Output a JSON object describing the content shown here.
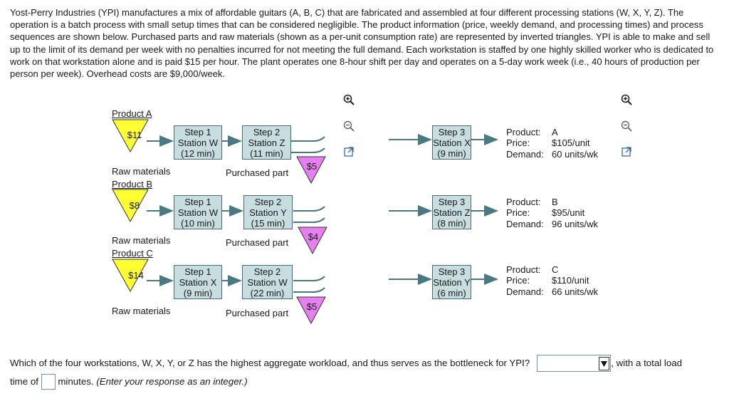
{
  "intro": "Yost-Perry Industries (YPI) manufactures a mix of affordable guitars (A, B, C) that are fabricated and assembled at four different processing stations (W, X, Y, Z). The operation is a batch process with small setup times that can be considered negligible. The product information (price, weekly demand, and processing times) and process sequences are shown below. Purchased parts and raw materials (shown as a per-unit consumption rate) are represented by inverted triangles. YPI is able to make and sell up to the limit of its demand per week with no penalties incurred for not meeting the full demand. Each workstation is staffed by one highly skilled worker who is dedicated to work on that workstation alone and is paid $15 per hour. The plant operates one 8-hour shift per day and operates on a 5-day work week (i.e., 40 hours of production per person per week). Overhead costs are $9,000/week.",
  "products": [
    {
      "title": "Product A",
      "raw_cost": "$11",
      "raw_label": "Raw materials",
      "step1": [
        "Step 1",
        "Station W",
        "(12 min)"
      ],
      "step2": [
        "Step 2",
        "Station Z",
        "(11 min)"
      ],
      "purchased_cost": "$5",
      "purchased_label": "Purchased part",
      "step3": [
        "Step 3",
        "Station X",
        "(9 min)"
      ],
      "info_product_key": "Product:",
      "info_product": "A",
      "info_price_key": "Price:",
      "info_price": "$105/unit",
      "info_demand_key": "Demand:",
      "info_demand": "60 units/wk"
    },
    {
      "title": "Product B",
      "raw_cost": "$8",
      "raw_label": "Raw materials",
      "step1": [
        "Step 1",
        "Station W",
        "(10 min)"
      ],
      "step2": [
        "Step 2",
        "Station Y",
        "(15 min)"
      ],
      "purchased_cost": "$4",
      "purchased_label": "Purchased part",
      "step3": [
        "Step 3",
        "Station Z",
        "(8 min)"
      ],
      "info_product_key": "Product:",
      "info_product": "B",
      "info_price_key": "Price:",
      "info_price": "$95/unit",
      "info_demand_key": "Demand:",
      "info_demand": "96 units/wk"
    },
    {
      "title": "Product C",
      "raw_cost": "$14",
      "raw_label": "Raw materials",
      "step1": [
        "Step 1",
        "Station X",
        "(9 min)"
      ],
      "step2": [
        "Step 2",
        "Station W",
        "(22 min)"
      ],
      "purchased_cost": "$5",
      "purchased_label": "Purchased part",
      "step3": [
        "Step 3",
        "Station Y",
        "(6 min)"
      ],
      "info_product_key": "Product:",
      "info_product": "C",
      "info_price_key": "Price:",
      "info_price": "$110/unit",
      "info_demand_key": "Demand:",
      "info_demand": "66 units/wk"
    }
  ],
  "question": {
    "part1": "Which of the four workstations, W, X, Y, or Z has the highest aggregate workload, and thus serves as the bottleneck for YPI?",
    "part2": ", with a total load",
    "part3": "time of",
    "part4": "minutes.",
    "part5": "(Enter your response as an integer.)",
    "select_value": "",
    "input_value": ""
  },
  "colors": {
    "raw_triangle": "#ffff33",
    "purchased_triangle": "#e67ff0",
    "station_box": "#c7dde0",
    "arrow": "#4a7a80"
  },
  "icons": [
    "zoom-in-icon",
    "zoom-out-icon",
    "open-external-icon"
  ]
}
